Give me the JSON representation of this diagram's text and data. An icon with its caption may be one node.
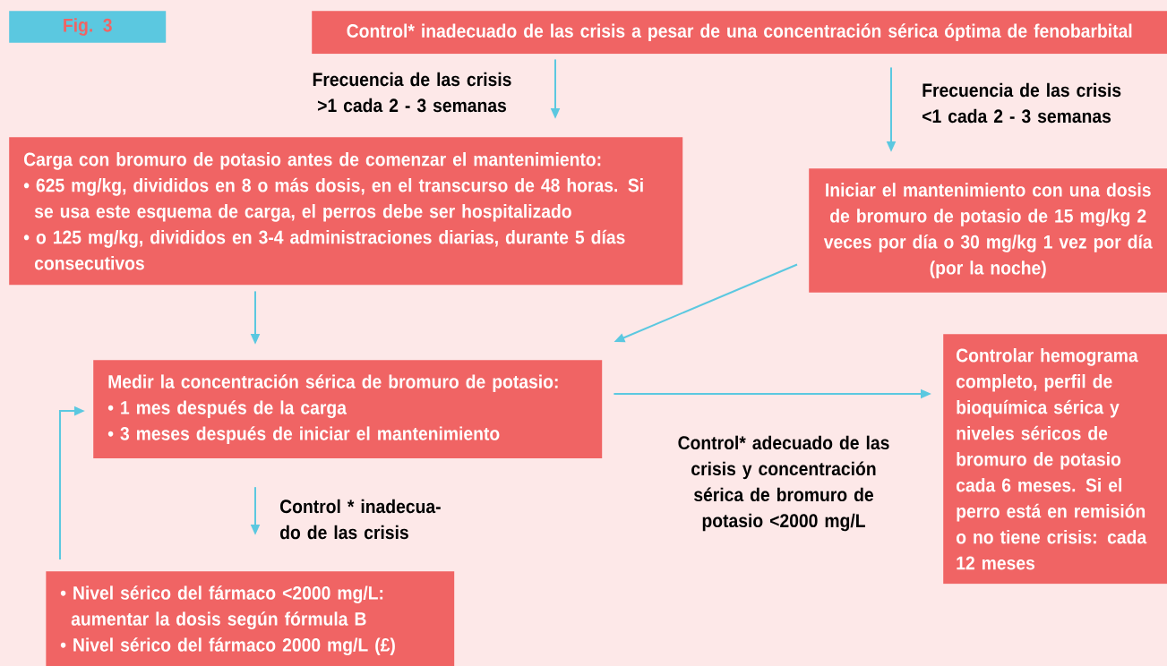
{
  "diagram": {
    "nodes": [
      {
        "text": [
          "Fig. 3"
        ]
      },
      {
        "text": [
          "Control* inadecuado de las crisis a pesar de una concentración sérica óptima de fenobarbital"
        ]
      },
      {
        "text": [
          "Carga con bromuro de potasio antes de comenzar el mantenimiento:",
          "• 625 mg/kg, divididos en 8 o más dosis, en el transcurso de 48 horas. Si se usa este esquema de carga, el perros debe ser hospitalizado",
          "• o 125 mg/kg, divididos en 3-4 administraciones diarias, durante 5 días consecutivos"
        ]
      },
      {
        "text": [
          "Iniciar el mantenimiento con una dosis de bromuro de potasio de 15 mg/kg 2 veces por día o 30 mg/kg 1 vez por día (por la noche)"
        ]
      },
      {
        "text": [
          "Medir la concentración sérica de bromuro de potasio:",
          "• 1 mes después de la carga",
          "• 3 meses después de iniciar el mantenimiento"
        ]
      },
      {
        "text": [
          "Controlar hemograma completo, perfil de bioquímica sérica y niveles séricos de bromuro de potasio cada 6 meses. Si el perro está en remisión o no tiene crisis: cada 12 meses"
        ]
      },
      {
        "text": [
          "• Nivel sérico del fármaco <2000 mg/L: aumentar la dosis según fórmula B",
          "• Nivel sérico del fármaco 2000 mg/L (£)"
        ]
      }
    ],
    "edges": [
      {
        "from": 1,
        "to": 2,
        "arrow": "to",
        "label": "Frecuencia de las crisis >1 cada 2 - 3 semanas"
      },
      {
        "from": 1,
        "to": 3,
        "arrow": "to",
        "label": "Frecuencia de las crisis <1 cada 2 - 3 semanas"
      },
      {
        "from": 2,
        "to": 4,
        "arrow": "to"
      },
      {
        "from": 3,
        "to": 4,
        "arrow": "to"
      },
      {
        "from": 4,
        "to": 5,
        "arrow": "to",
        "label": "Control* adecuado de las crisis y concentración sérica de bromuro de potasio <2000 mg/L"
      },
      {
        "from": 4,
        "to": 6,
        "arrow": "to",
        "label": "Control * inadecua- do de las crisis"
      },
      {
        "from": 6,
        "to": 4,
        "arrow": "to"
      }
    ]
  }
}
